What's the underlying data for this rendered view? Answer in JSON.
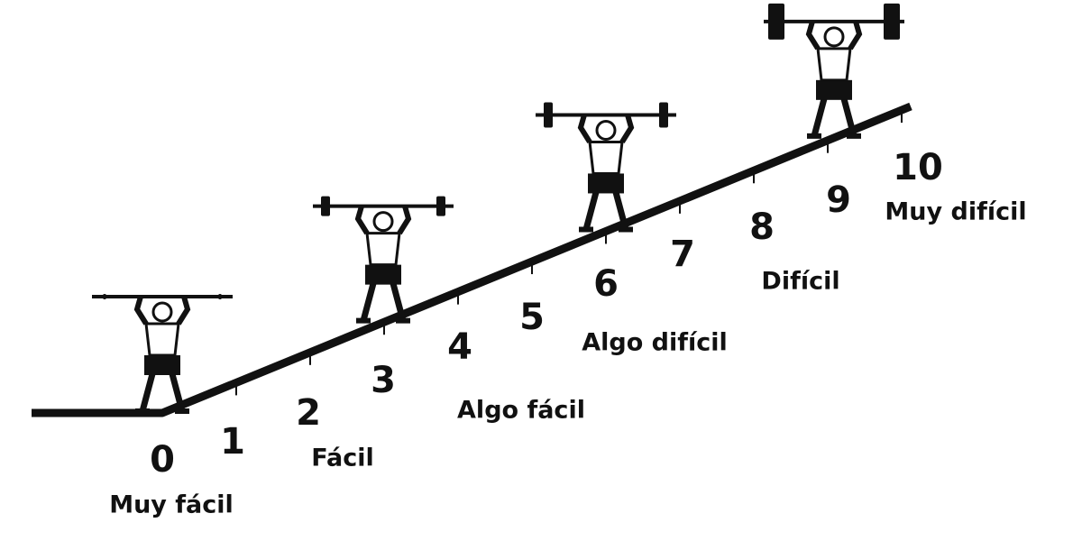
{
  "scale": {
    "numbers": [
      "0",
      "1",
      "2",
      "3",
      "4",
      "5",
      "6",
      "7",
      "8",
      "9",
      "10"
    ],
    "labels": [
      {
        "text": "Muy fácil",
        "level": 0
      },
      {
        "text": "Fácil",
        "level": 2
      },
      {
        "text": "Algo fácil",
        "level": 4
      },
      {
        "text": "Algo difícil",
        "level": 6
      },
      {
        "text": "Difícil",
        "level": 8
      },
      {
        "text": "Muy difícil",
        "level": 10
      }
    ]
  },
  "figures": [
    {
      "icon": "weightlifter-icon",
      "level": 0,
      "plates": "light"
    },
    {
      "icon": "weightlifter-icon",
      "level": 3,
      "plates": "medium"
    },
    {
      "icon": "weightlifter-icon",
      "level": 6,
      "plates": "heavy"
    },
    {
      "icon": "weightlifter-icon",
      "level": 9,
      "plates": "very-heavy"
    }
  ],
  "colors": {
    "ink": "#111111",
    "background": "#ffffff"
  }
}
